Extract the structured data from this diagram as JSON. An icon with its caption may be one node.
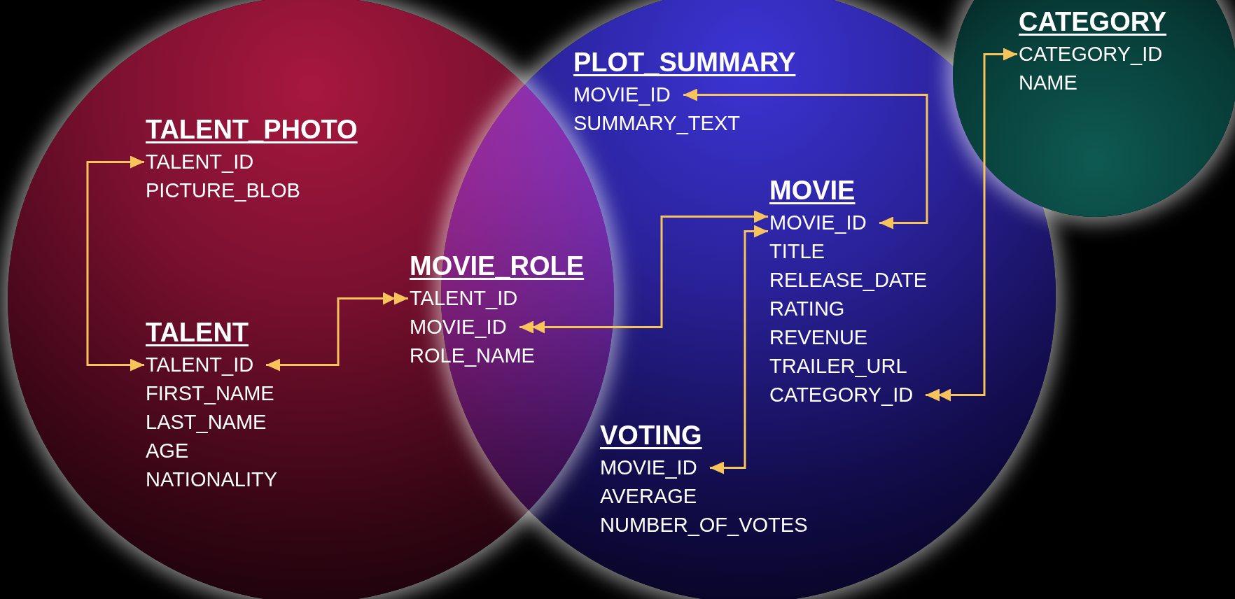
{
  "diagram": {
    "nodes": [
      {
        "text": [
          "TALENT_PHOTO",
          "TALENT_ID",
          "PICTURE_BLOB"
        ]
      },
      {
        "text": [
          "TALENT",
          "TALENT_ID",
          "FIRST_NAME",
          "LAST_NAME",
          "AGE",
          "NATIONALITY"
        ]
      },
      {
        "text": [
          "MOVIE_ROLE",
          "TALENT_ID",
          "MOVIE_ID",
          "ROLE_NAME"
        ]
      },
      {
        "text": [
          "PLOT_SUMMARY",
          "MOVIE_ID",
          "SUMMARY_TEXT"
        ]
      },
      {
        "text": [
          "MOVIE",
          "MOVIE_ID",
          "TITLE",
          "RELEASE_DATE",
          "RATING",
          "REVENUE",
          "TRAILER_URL",
          "CATEGORY_ID"
        ]
      },
      {
        "text": [
          "VOTING",
          "MOVIE_ID",
          "AVERAGE",
          "NUMBER_OF_VOTES"
        ]
      },
      {
        "text": [
          "CATEGORY",
          "CATEGORY_ID",
          "NAME"
        ]
      }
    ],
    "edges": [
      {
        "from": 0,
        "to": 1,
        "arrow": "both"
      },
      {
        "from": 1,
        "to": 2,
        "arrow": "both"
      },
      {
        "from": 2,
        "to": 4,
        "arrow": "both"
      },
      {
        "from": 3,
        "to": 4,
        "arrow": "both"
      },
      {
        "from": 5,
        "to": 4,
        "arrow": "both"
      },
      {
        "from": 4,
        "to": 6,
        "arrow": "both"
      }
    ]
  }
}
